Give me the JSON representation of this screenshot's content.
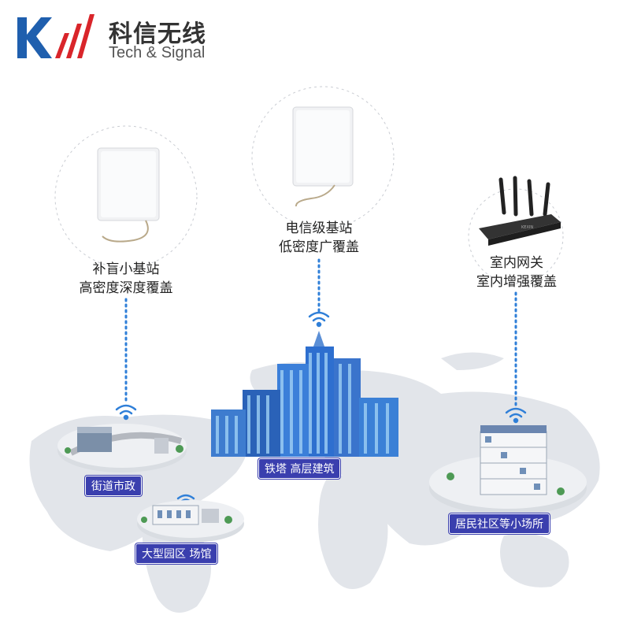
{
  "brand": {
    "cn": "科信无线",
    "en": "Tech & Signal",
    "logo_letter": "K"
  },
  "devices": [
    {
      "line1": "补盲小基站",
      "line2": "高密度深度覆盖"
    },
    {
      "line1": "电信级基站",
      "line2": "低密度广覆盖"
    },
    {
      "line1": "室内网关",
      "line2": "室内增强覆盖"
    }
  ],
  "scenes": [
    {
      "label": "街道市政"
    },
    {
      "label": "大型园区 场馆"
    },
    {
      "label": "铁塔 高层建筑"
    },
    {
      "label": "居民社区等小场所"
    }
  ],
  "router_brand": "KEXIN",
  "colors": {
    "brand_blue": "#1f5fae",
    "brand_red": "#d9252a",
    "tag_bg": "#3a3fae",
    "wifi": "#2f7fd8",
    "map": "#dfe3e8"
  }
}
